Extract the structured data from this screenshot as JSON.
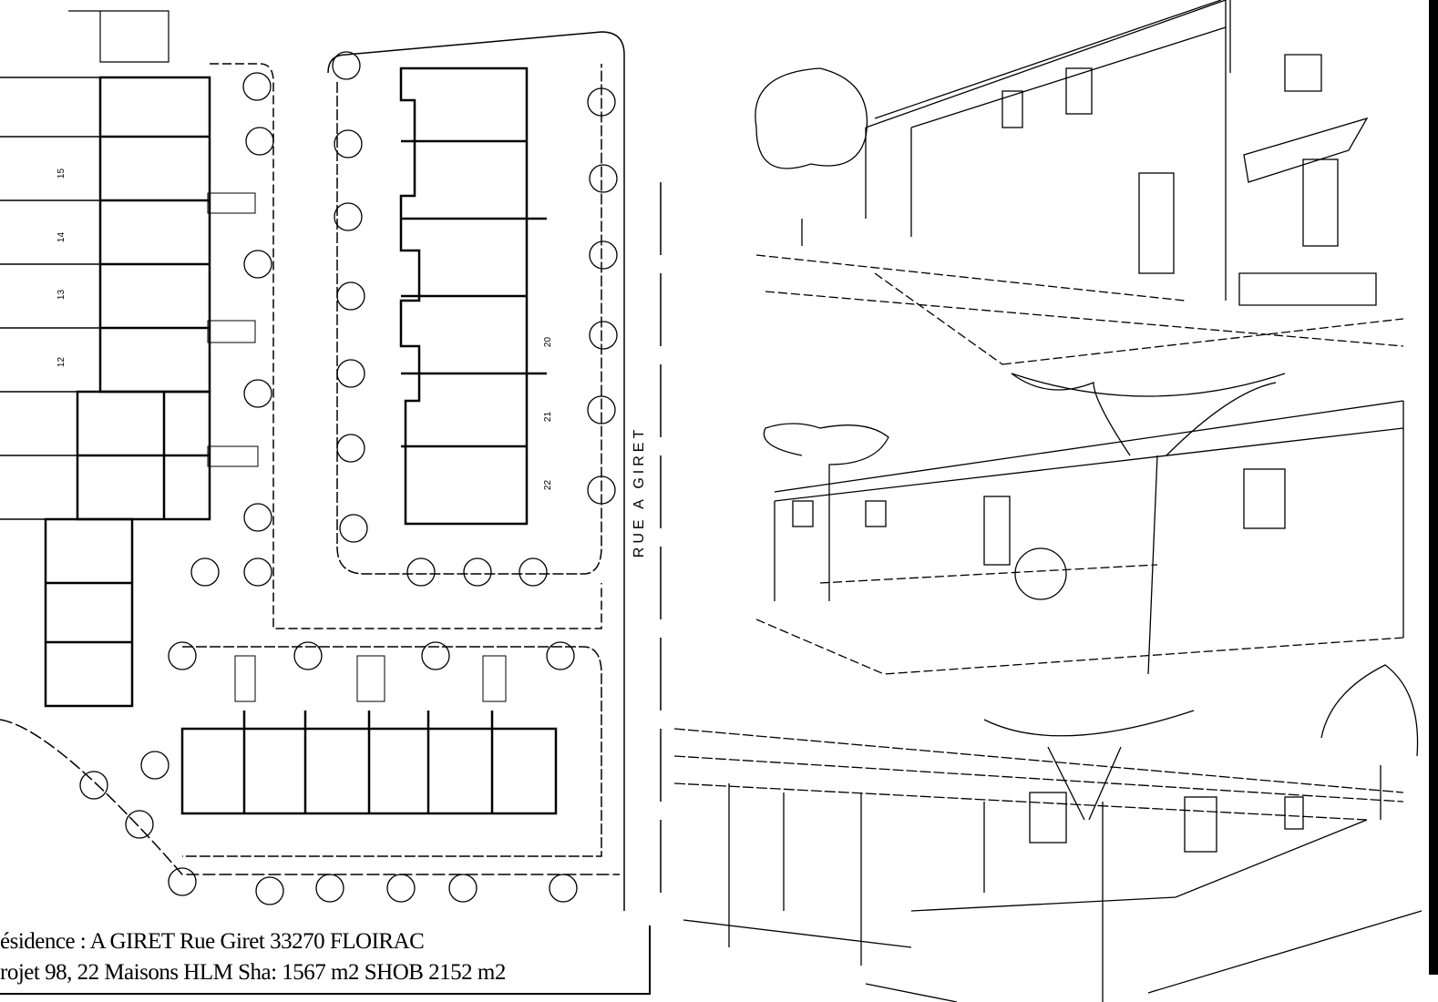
{
  "plan": {
    "street_label": "RUE A GIRET",
    "lot_numbers": [
      "15",
      "14",
      "13",
      "12",
      "20",
      "21",
      "22"
    ]
  },
  "caption": {
    "line1": "ésidence : A GIRET  Rue Giret  33270 FLOIRAC",
    "line2": "rojet 98, 22 Maisons  HLM     Sha: 1567 m2  SHOB 2152 m2"
  },
  "perspectives": [
    "courtyard-view-1",
    "courtyard-view-2",
    "courtyard-view-3"
  ]
}
